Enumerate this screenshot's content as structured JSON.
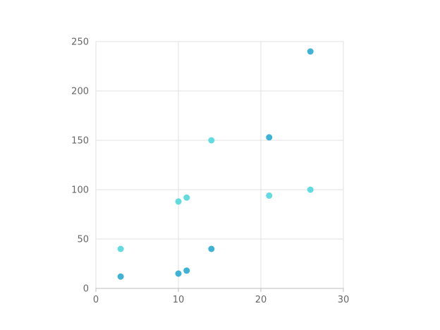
{
  "chart_data": {
    "type": "scatter",
    "title": "",
    "xlabel": "",
    "ylabel": "",
    "xlim": [
      0,
      30
    ],
    "ylim": [
      0,
      250
    ],
    "x_ticks": [
      0,
      10,
      20,
      30
    ],
    "y_ticks": [
      0,
      50,
      100,
      150,
      200,
      250
    ],
    "grid": true,
    "legend": "none",
    "series": [
      {
        "color": "#3eb3d6",
        "points": [
          {
            "x": 3,
            "y": 12
          },
          {
            "x": 10,
            "y": 15
          },
          {
            "x": 11,
            "y": 18
          },
          {
            "x": 14,
            "y": 40
          },
          {
            "x": 21,
            "y": 153
          },
          {
            "x": 26,
            "y": 240
          }
        ]
      },
      {
        "color": "#62dbe0",
        "points": [
          {
            "x": 3,
            "y": 40
          },
          {
            "x": 10,
            "y": 88
          },
          {
            "x": 11,
            "y": 92
          },
          {
            "x": 14,
            "y": 150
          },
          {
            "x": 21,
            "y": 94
          },
          {
            "x": 26,
            "y": 100
          }
        ]
      }
    ]
  }
}
